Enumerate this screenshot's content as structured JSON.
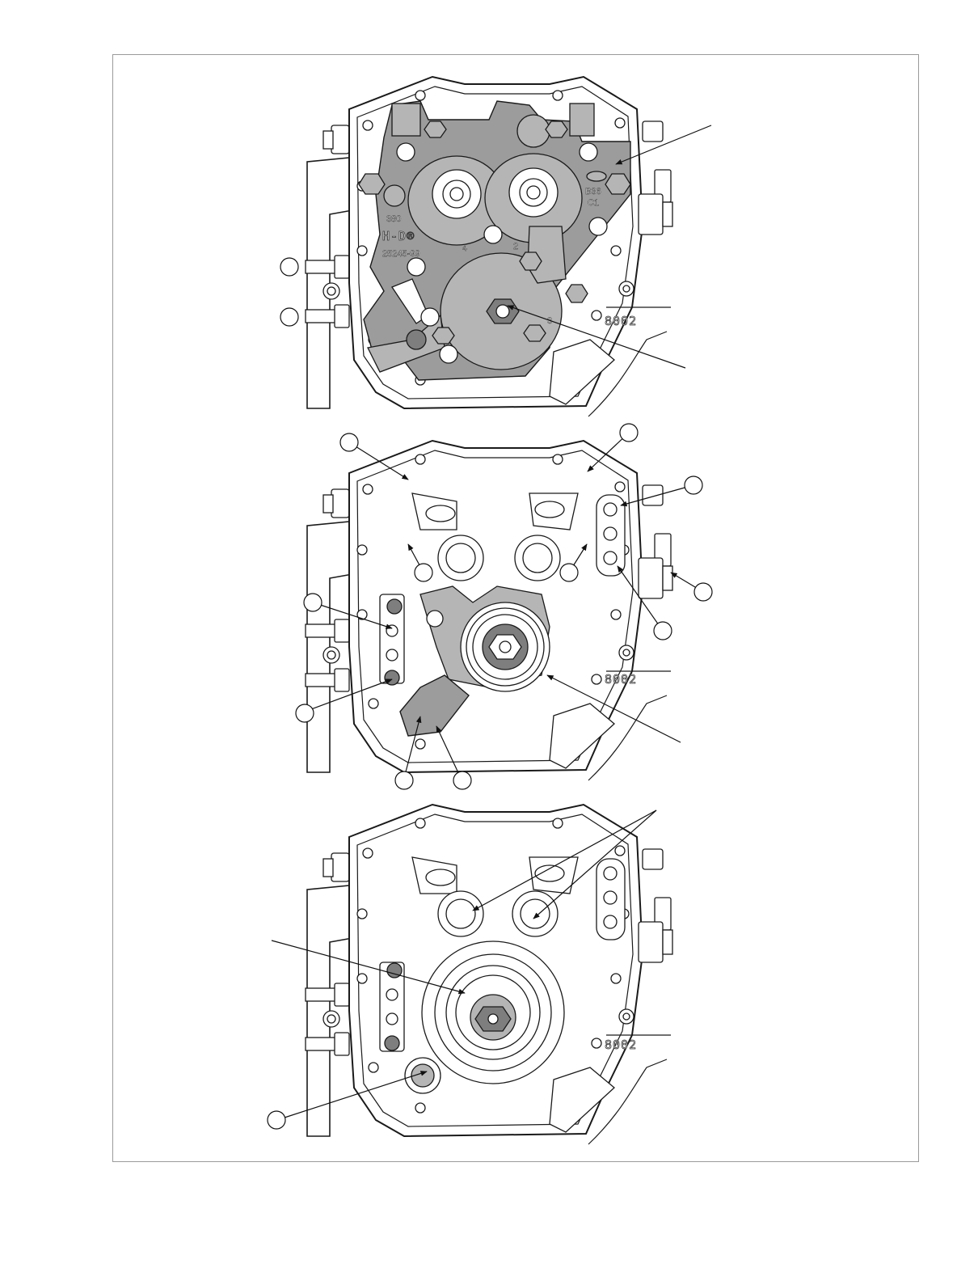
{
  "diagram": {
    "figures": [
      {
        "id": "cam-support-plate-installed",
        "labels": [
          "380",
          "H-D®",
          "25245-99",
          "4",
          "2",
          "3",
          "B36",
          "C1"
        ],
        "casting_number": "8002"
      },
      {
        "id": "oil-pump-exposed",
        "casting_number": "8002"
      },
      {
        "id": "crankcase-bare",
        "casting_number": "8002"
      }
    ]
  }
}
